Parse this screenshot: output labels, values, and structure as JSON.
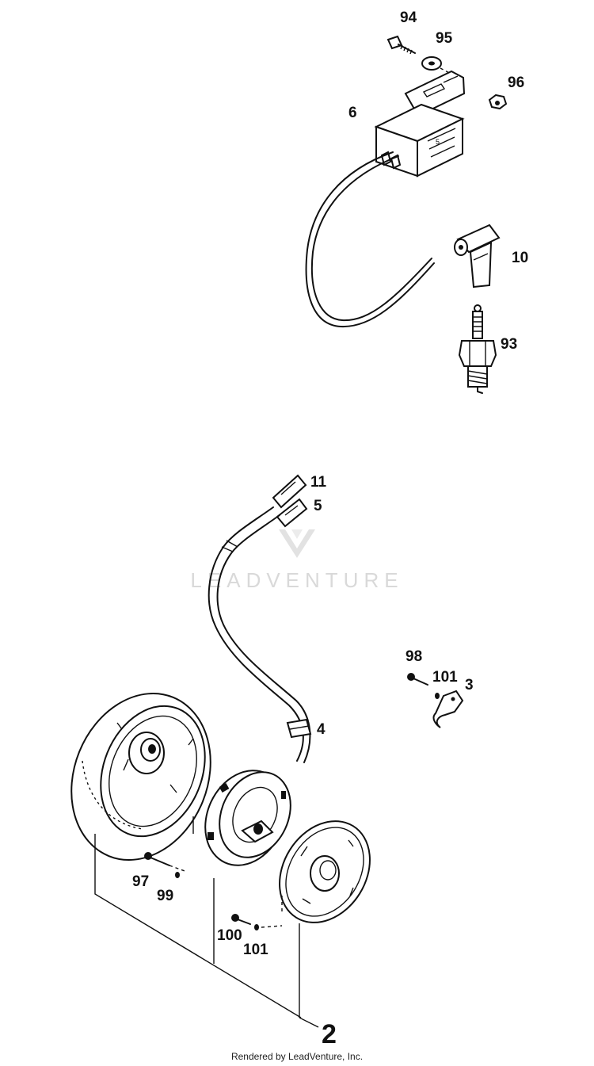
{
  "watermark": {
    "text": "LEADVENTURE"
  },
  "callouts": {
    "c94": "94",
    "c95": "95",
    "c96": "96",
    "c6": "6",
    "c10": "10",
    "c93": "93",
    "c11": "11",
    "c5": "5",
    "c98": "98",
    "c101a": "101",
    "c3": "3",
    "c4": "4",
    "c97": "97",
    "c99": "99",
    "c100": "100",
    "c101b": "101",
    "c2": "2"
  },
  "footer": {
    "text": "Rendered by LeadVenture, Inc."
  },
  "colors": {
    "ink": "#111111",
    "watermark": "#d9d9d9",
    "background": "#ffffff"
  }
}
